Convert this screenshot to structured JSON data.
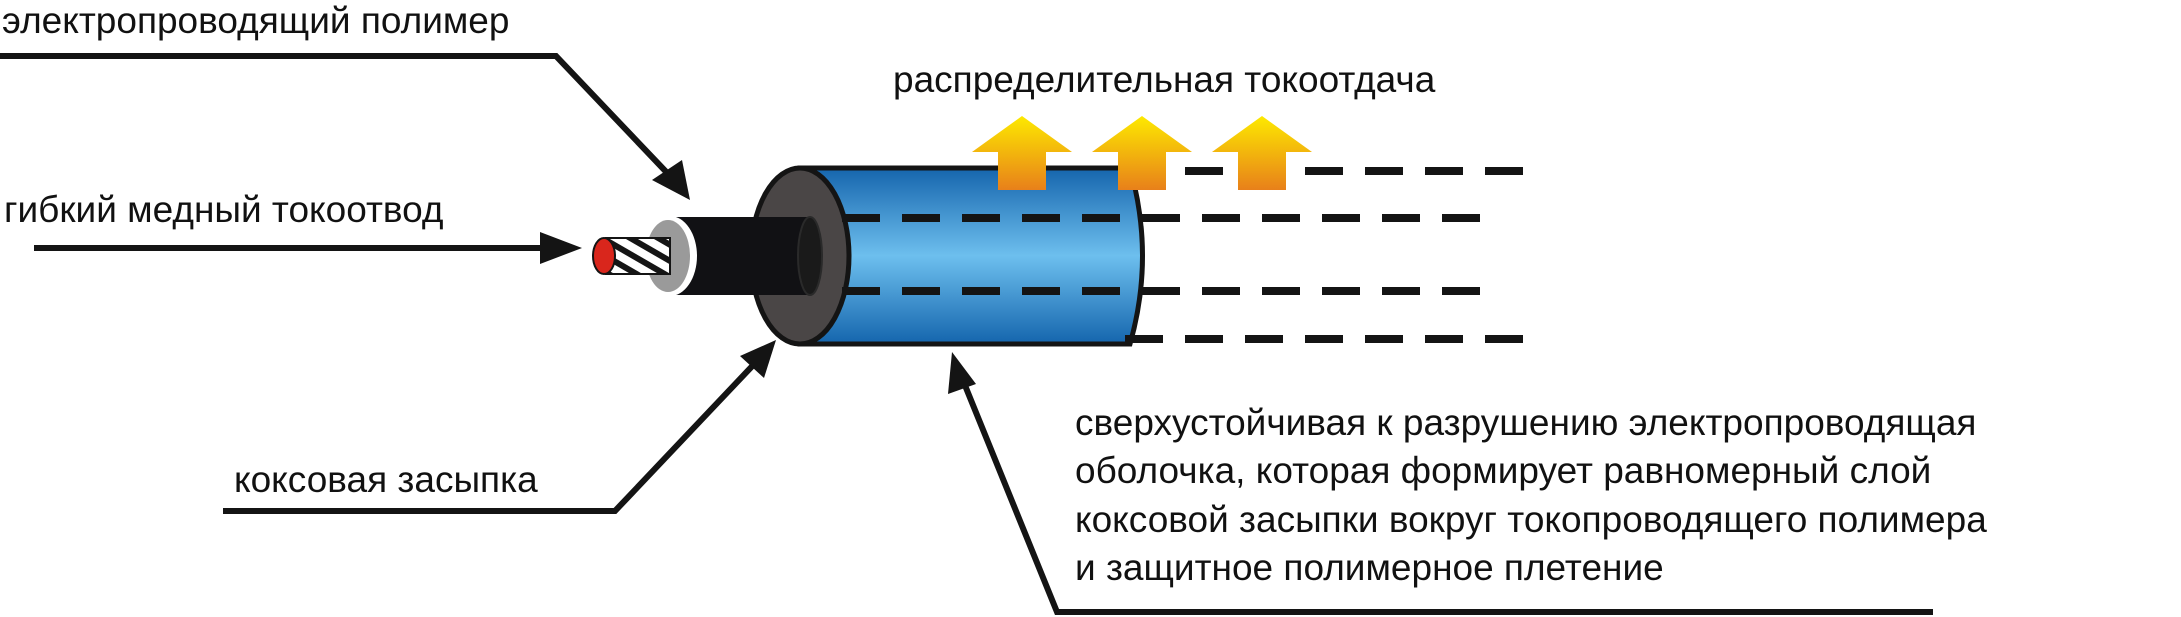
{
  "labels": {
    "conductive_polymer": "электропроводящий полимер",
    "copper_lead": "гибкий медный токоотвод",
    "distributed_output": "распределительная токоотдача",
    "coke_backfill": "коксовая засыпка",
    "shell_description": [
      "сверхустойчивая к разрушению электропроводящая",
      "оболочка, которая формирует равномерный слой",
      "коксовой засыпки вокруг токопроводящего полимера",
      "и защитное полимерное плетение"
    ]
  },
  "colors": {
    "ink": "#141414",
    "copper_end": "#d9261c",
    "polymer": "#111114",
    "backfill": "#4a4646",
    "shell_dark": "#1565ad",
    "shell_light": "#6dbfee",
    "arrow_top": "#fde900",
    "arrow_bottom": "#e8801a",
    "insulation_ring": "#9a9a9a"
  },
  "icons": [
    "arrow-up-icon",
    "arrow-up-icon",
    "arrow-up-icon"
  ]
}
